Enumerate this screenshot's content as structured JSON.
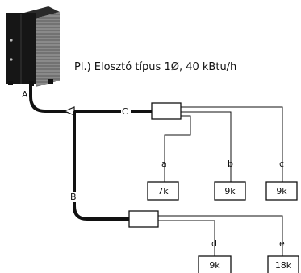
{
  "caption": "Pl.) Elosztó típus 1Ø, 40 kBtu/h",
  "pipes": {
    "a": "A",
    "b": "B",
    "c": "C"
  },
  "units": [
    {
      "letter": "a",
      "capacity": "7k"
    },
    {
      "letter": "b",
      "capacity": "9k"
    },
    {
      "letter": "c",
      "capacity": "9k"
    },
    {
      "letter": "d",
      "capacity": "9k"
    },
    {
      "letter": "e",
      "capacity": "18k"
    }
  ],
  "colors": {
    "line": "#111111",
    "outdoor_unit": "#161616"
  }
}
